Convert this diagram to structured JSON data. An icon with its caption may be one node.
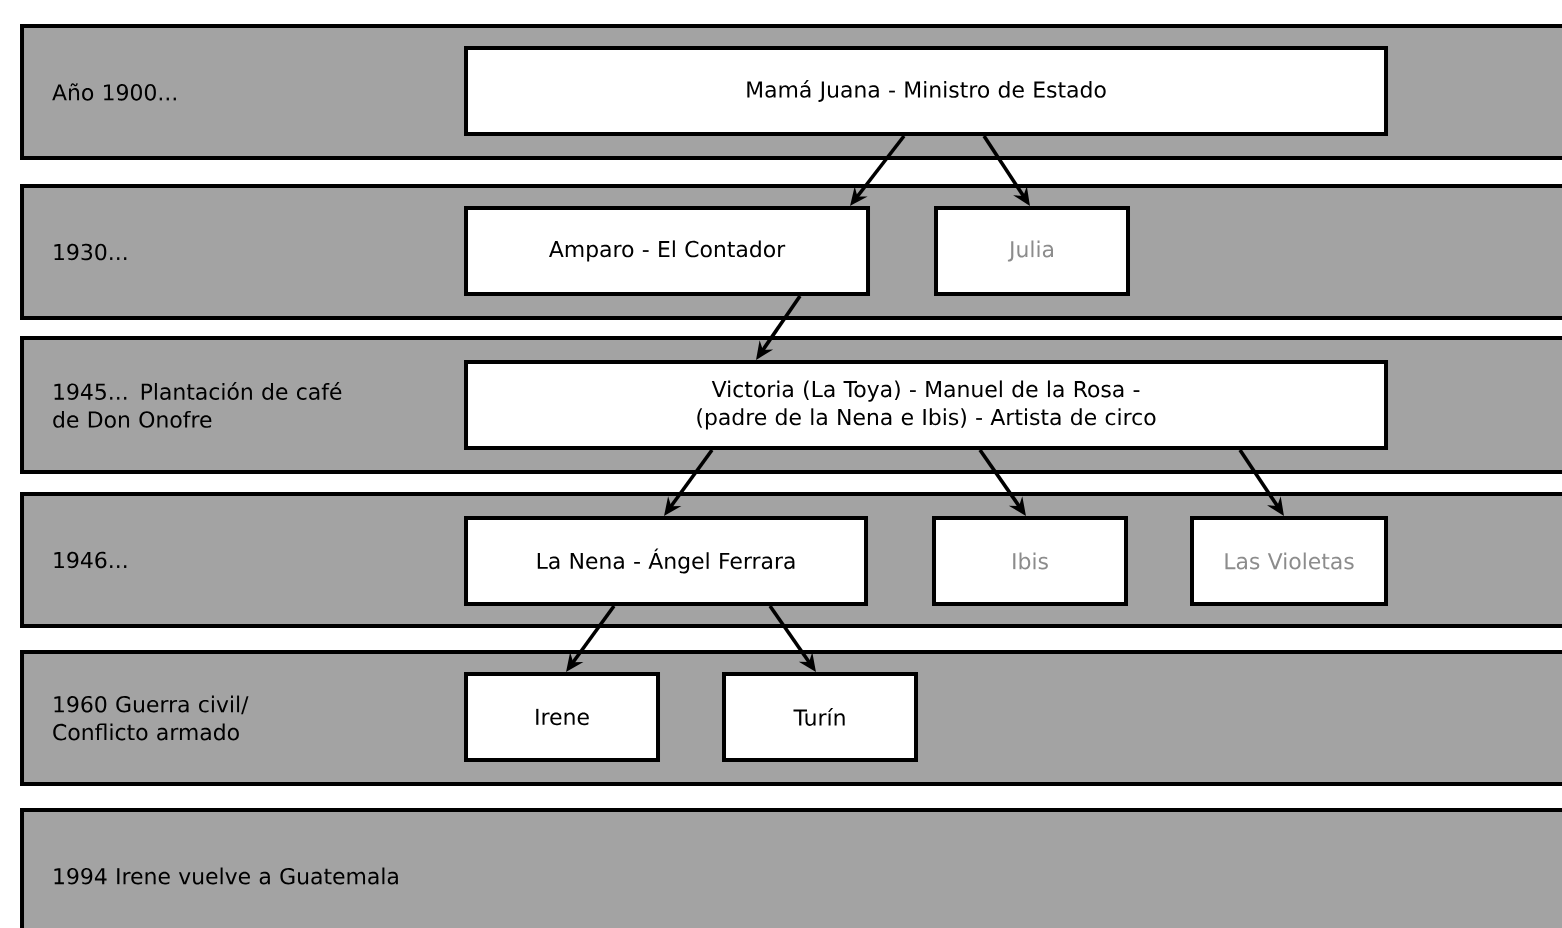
{
  "diagram": {
    "nodes": [
      {
        "text": [
          "Año 1900..."
        ]
      },
      {
        "text": [
          "Mamá Juana - Ministro de Estado"
        ],
        "in": 0
      },
      {
        "text": [
          "1930..."
        ]
      },
      {
        "text": [
          "Amparo - El Contador"
        ],
        "in": 2
      },
      {
        "text": [
          "Julia"
        ],
        "in": 2
      },
      {
        "text": [
          "1945... Plantación de café de Don Onofre"
        ]
      },
      {
        "text": [
          "Victoria (La Toya) - Manuel de la Rosa - (padre de la Nena e Ibis) - Artista de circo"
        ],
        "in": 5
      },
      {
        "text": [
          "1946..."
        ]
      },
      {
        "text": [
          "La Nena - Ángel Ferrara"
        ],
        "in": 7
      },
      {
        "text": [
          "Ibis"
        ],
        "in": 7
      },
      {
        "text": [
          "Las Violetas"
        ],
        "in": 7
      },
      {
        "text": [
          "1960 Guerra civil/ Conflicto armado"
        ]
      },
      {
        "text": [
          "Irene"
        ],
        "in": 11
      },
      {
        "text": [
          "Turín"
        ],
        "in": 11
      },
      {
        "text": [
          "1994  Irene vuelve a Guatemala"
        ]
      }
    ],
    "edges": [
      {
        "from": 1,
        "to": 3,
        "arrow": "to"
      },
      {
        "from": 1,
        "to": 4,
        "arrow": "to"
      },
      {
        "from": 3,
        "to": 6,
        "arrow": "to"
      },
      {
        "from": 6,
        "to": 8,
        "arrow": "to"
      },
      {
        "from": 6,
        "to": 9,
        "arrow": "to"
      },
      {
        "from": 6,
        "to": 10,
        "arrow": "to"
      },
      {
        "from": 8,
        "to": 12,
        "arrow": "to"
      },
      {
        "from": 8,
        "to": 13,
        "arrow": "to"
      }
    ]
  }
}
